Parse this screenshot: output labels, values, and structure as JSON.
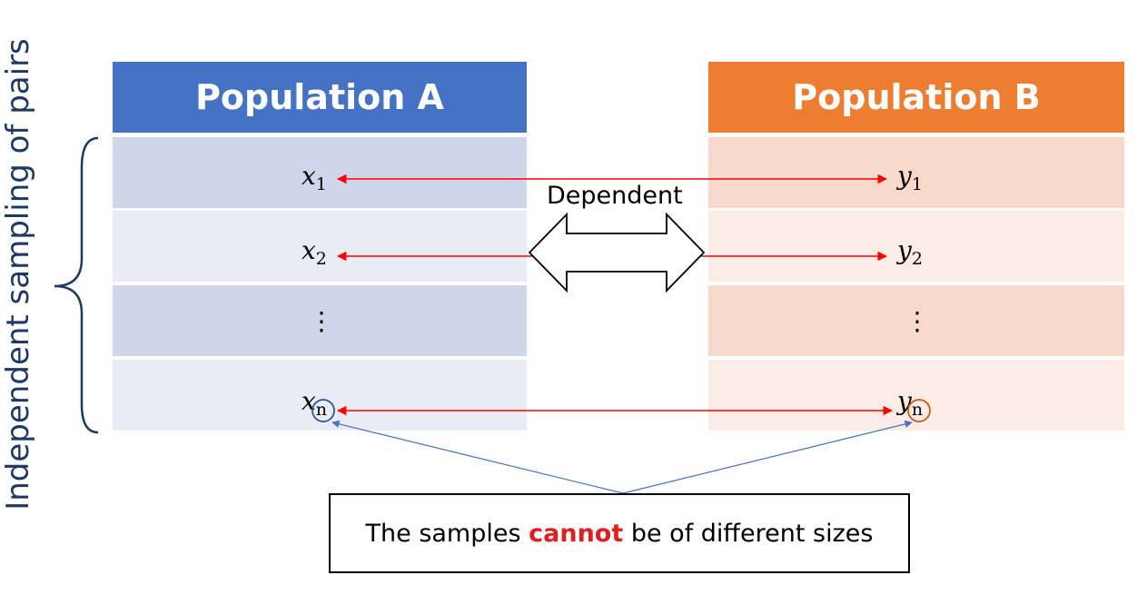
{
  "side_label": "Independent sampling of pairs",
  "population_a": {
    "title": "Population A",
    "rows": [
      {
        "var": "x",
        "sub": "1"
      },
      {
        "var": "x",
        "sub": "2"
      },
      {
        "dots": "⋮"
      },
      {
        "var": "x",
        "sub": "n"
      }
    ]
  },
  "population_b": {
    "title": "Population B",
    "rows": [
      {
        "var": "y",
        "sub": "1"
      },
      {
        "var": "y",
        "sub": "2"
      },
      {
        "dots": "⋮"
      },
      {
        "var": "y",
        "sub": "n"
      }
    ]
  },
  "dependent_label": "Dependent",
  "note": {
    "before": "The samples ",
    "emphasis": "cannot",
    "after": " be of different sizes"
  },
  "colors": {
    "pop_a_header": "#4472c4",
    "pop_a_row_dark": "#cfd5ea",
    "pop_a_row_light": "#e9ebf5",
    "pop_b_header": "#ed7d31",
    "pop_b_row_dark": "#f8d9cc",
    "pop_b_row_light": "#fcece7",
    "pair_arrow": "#ff0000",
    "pointer_arrow": "#4472c4",
    "brace": "#1f3864",
    "emphasis": "#e02020"
  }
}
